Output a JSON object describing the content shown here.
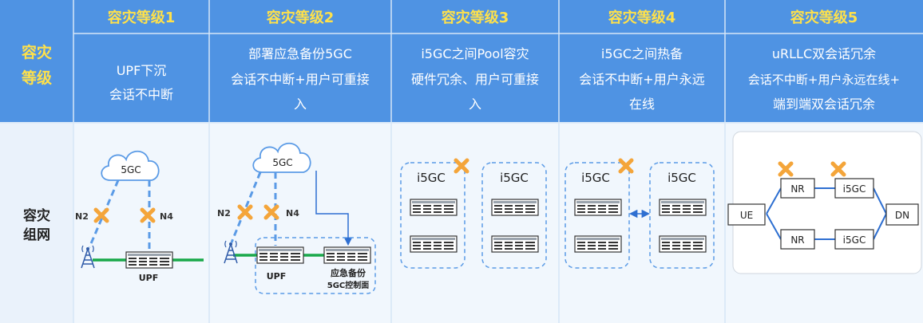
{
  "colors": {
    "header_bg": "#4f93e3",
    "level_text": "#ffe14a",
    "header_text": "#ffffff",
    "body_bg": "#f1f7fd",
    "left_col_bg": "#eaf2fb",
    "dashed": "#5b9be6",
    "link_green": "#19a84a",
    "cross": "#f4a53a",
    "cable_blue": "#2e6fd1"
  },
  "corner": {
    "line1": "容灾",
    "line2": "等级"
  },
  "row_label": {
    "line1": "容灾",
    "line2": "组网"
  },
  "levels": [
    {
      "title": "容灾等级1",
      "line1": "UPF下沉",
      "line2": "会话不中断",
      "line3": ""
    },
    {
      "title": "容灾等级2",
      "line1": "部署应急备份5GC",
      "line2": "会话不中断+用户可重接",
      "line3": "入"
    },
    {
      "title": "容灾等级3",
      "line1": "i5GC之间Pool容灾",
      "line2": "硬件冗余、用户可重接",
      "line3": "入"
    },
    {
      "title": "容灾等级4",
      "line1": "i5GC之间热备",
      "line2": "会话不中断+用户永远",
      "line3": "在线"
    },
    {
      "title": "容灾等级5",
      "line1": "uRLLC双会话冗余",
      "line2": "会话不中断+用户永远在线+",
      "line3": "端到端双会话冗余"
    }
  ],
  "diagrams": {
    "d1": {
      "cloud": "5GC",
      "n2": "N2",
      "n4": "N4",
      "upf": "UPF"
    },
    "d2": {
      "cloud": "5GC",
      "n2": "N2",
      "n4": "N4",
      "upf": "UPF",
      "backup_line1": "应急备份",
      "backup_line2": "5GC控制面"
    },
    "d3": {
      "left": "i5GC",
      "right": "i5GC"
    },
    "d4": {
      "left": "i5GC",
      "right": "i5GC"
    },
    "d5": {
      "ue": "UE",
      "nr_top": "NR",
      "i5gc_top": "i5GC",
      "nr_bottom": "NR",
      "i5gc_bottom": "i5GC",
      "dn": "DN"
    }
  }
}
